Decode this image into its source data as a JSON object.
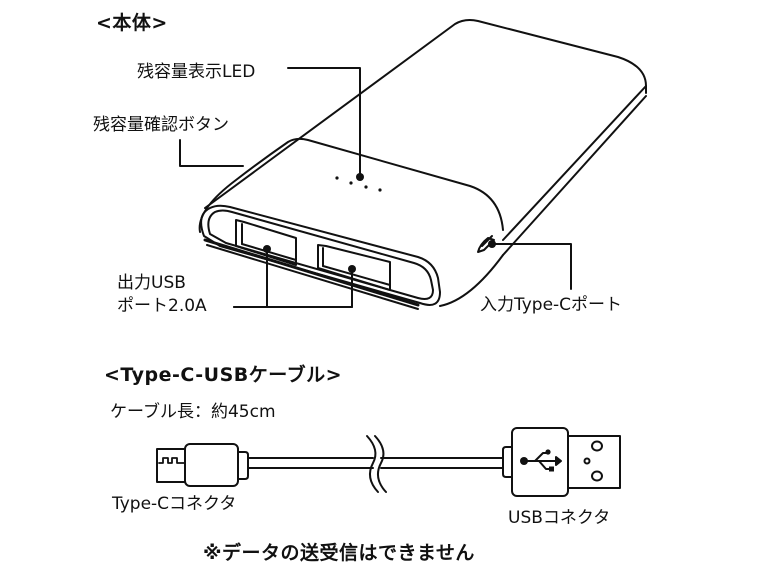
{
  "body_section": {
    "heading": "<本体>",
    "labels": {
      "led": "残容量表示LED",
      "check_button": "残容量確認ボタン",
      "output_usb_line1": "出力USB",
      "output_usb_line2": "ポート2.0A",
      "input_typec": "入力Type-Cポート"
    }
  },
  "cable_section": {
    "heading": "<Type-C-USBケーブル>",
    "length": "ケーブル長：約45cm",
    "typec_connector": "Type-Cコネクタ",
    "usb_connector": "USBコネクタ"
  },
  "note": "※データの送受信はできません",
  "colors": {
    "line": "#111111",
    "background": "#ffffff"
  }
}
